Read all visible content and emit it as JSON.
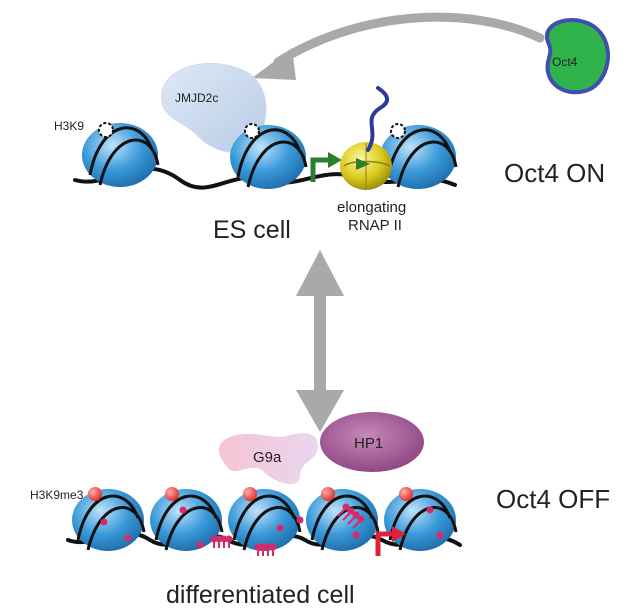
{
  "labels": {
    "oct4": "Oct4",
    "jmjd2c": "JMJD2c",
    "h3k9": "H3K9",
    "elongating": "elongating",
    "rnap": "RNAP II",
    "es_cell": "ES cell",
    "oct4_on": "Oct4 ON",
    "g9a": "G9a",
    "hp1": "HP1",
    "h3k9me3": "H3K9me3",
    "oct4_off": "Oct4 OFF",
    "differentiated_cell": "differentiated cell"
  },
  "colors": {
    "nucleosome": "#3a9ad9",
    "dna": "#111111",
    "oct4_fill": "#2fb34a",
    "oct4_edge": "#3e4fb0",
    "jmjd2c": "#c9d9ee",
    "rnap": "#d9c91a",
    "transcript": "#2b3b9c",
    "arrow_green": "#2e7d2e",
    "arrow_red": "#e0203a",
    "methyl": "#e8303a",
    "hp1": "#9c4a8c",
    "g9a": "#f2c8d6",
    "gray_arrow": "#a9a9a9"
  }
}
